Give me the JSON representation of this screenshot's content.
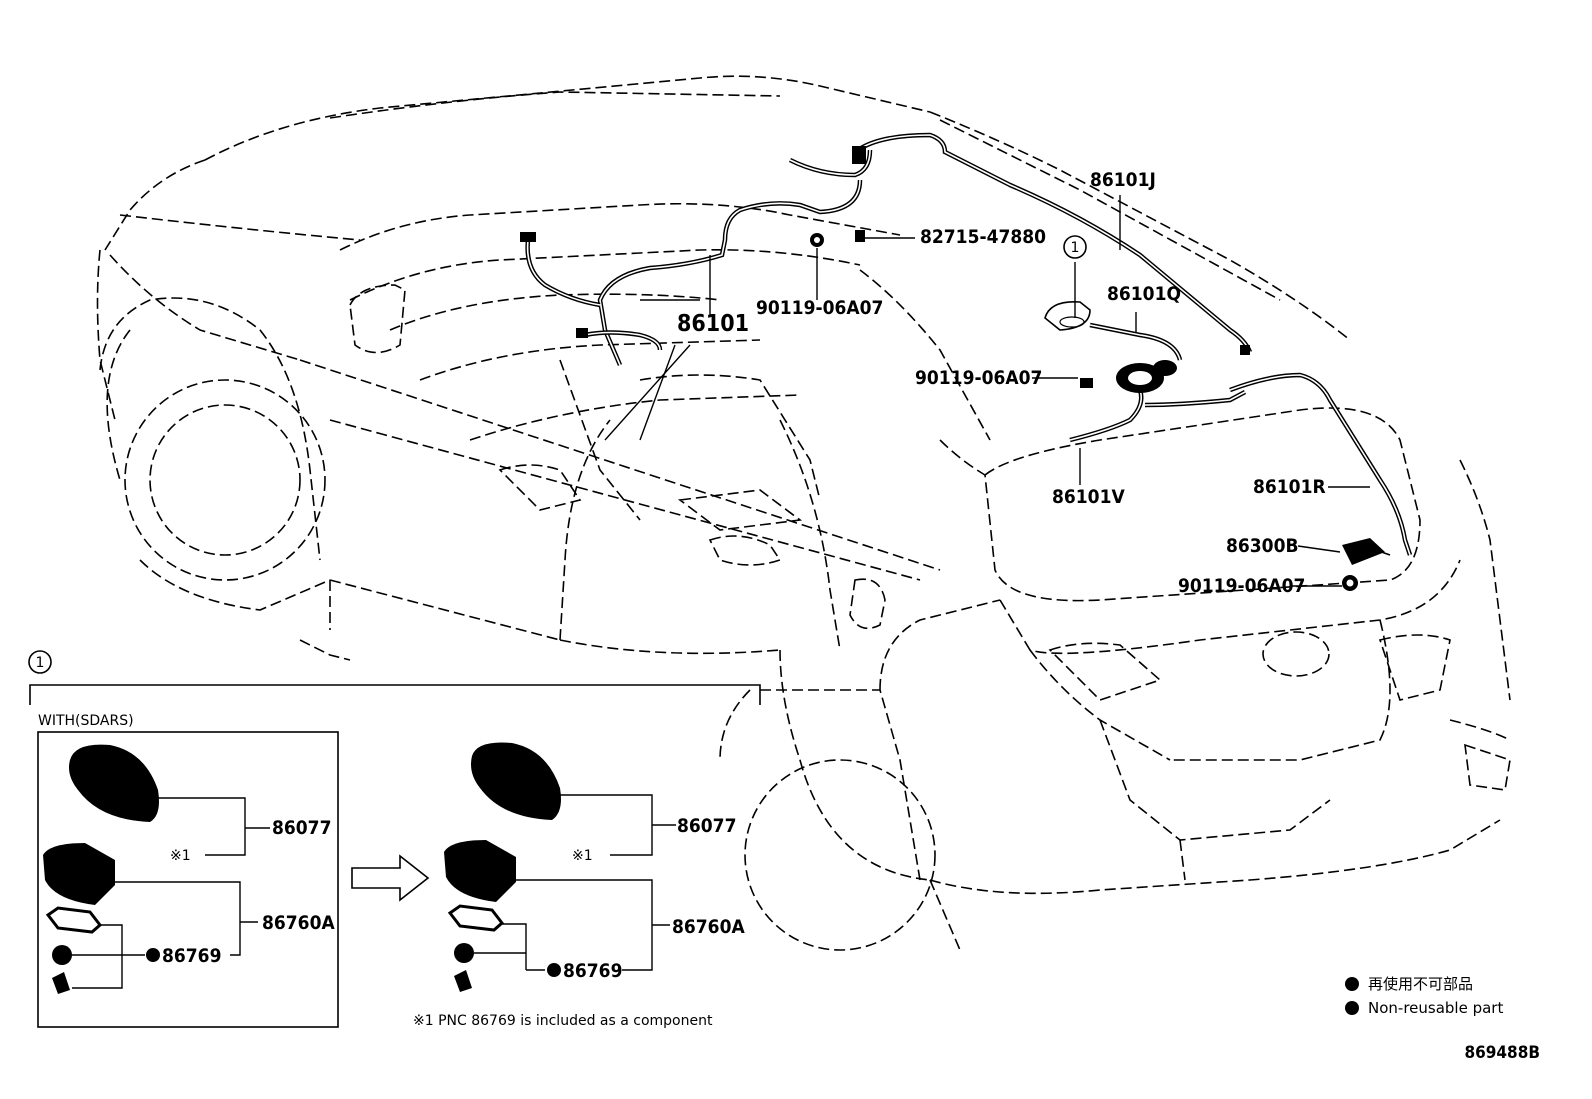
{
  "callout_numbers": {
    "antenna_callout": "1",
    "inset_callout": "1"
  },
  "main_labels": {
    "p86101J": "86101J",
    "p82715": "82715-47880",
    "p86101Q": "86101Q",
    "p90119_a": "90119-06A07",
    "p86101": "86101",
    "p90119_b": "90119-06A07",
    "p86101V": "86101V",
    "p86101R": "86101R",
    "p86300B": "86300B",
    "p90119_c": "90119-06A07"
  },
  "inset": {
    "header": "WITH(SDARS)",
    "left": {
      "cover": "86077",
      "note_mark": "※1",
      "antenna": "86760A",
      "seal": "86769"
    },
    "right": {
      "cover": "86077",
      "note_mark": "※1",
      "antenna": "86760A",
      "seal": "86769"
    },
    "footnote": "※1 PNC 86769 is included as a component"
  },
  "legend": {
    "jp": "再使用不可部品",
    "en": "Non-reusable part"
  },
  "diagram_code": "869488B"
}
